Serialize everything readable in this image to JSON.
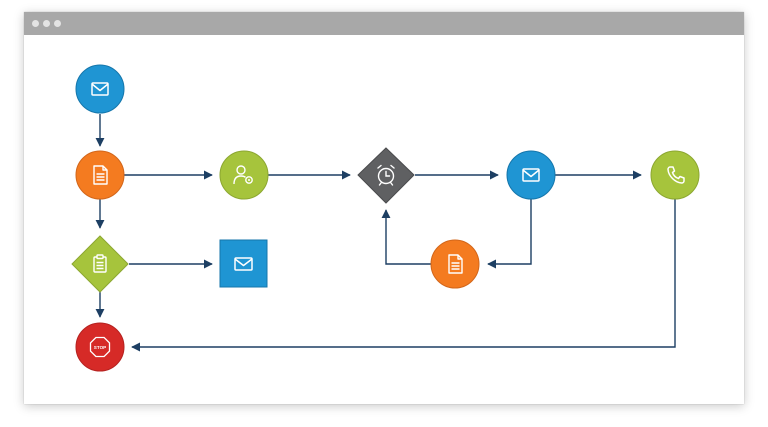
{
  "window": {
    "controls": [
      "dot",
      "dot",
      "dot"
    ]
  },
  "colors": {
    "titlebar": "#a8a8a8",
    "arrow": "#1d3f63",
    "blue": "#1f95d3",
    "orange": "#f47b20",
    "green": "#a6c43c",
    "gray": "#5f6062",
    "red": "#d62a27"
  },
  "nodes": [
    {
      "id": "email-start",
      "shape": "circle",
      "color": "blue",
      "icon": "envelope-icon"
    },
    {
      "id": "form",
      "shape": "circle",
      "color": "orange",
      "icon": "document-icon"
    },
    {
      "id": "user-settings",
      "shape": "circle",
      "color": "green",
      "icon": "user-gear-icon"
    },
    {
      "id": "wait-timer",
      "shape": "diamond",
      "color": "gray",
      "icon": "alarm-clock-icon"
    },
    {
      "id": "email-2",
      "shape": "circle",
      "color": "blue",
      "icon": "envelope-icon"
    },
    {
      "id": "phone-call",
      "shape": "circle",
      "color": "green",
      "icon": "phone-icon"
    },
    {
      "id": "form-2",
      "shape": "circle",
      "color": "orange",
      "icon": "document-icon"
    },
    {
      "id": "checklist-decision",
      "shape": "diamond",
      "color": "green",
      "icon": "clipboard-icon"
    },
    {
      "id": "email-square",
      "shape": "square",
      "color": "blue",
      "icon": "envelope-icon"
    },
    {
      "id": "stop",
      "shape": "circle",
      "color": "red",
      "icon": "stop-sign-icon",
      "label": "STOP"
    }
  ],
  "edges": [
    {
      "from": "email-start",
      "to": "form"
    },
    {
      "from": "form",
      "to": "user-settings"
    },
    {
      "from": "user-settings",
      "to": "wait-timer"
    },
    {
      "from": "wait-timer",
      "to": "email-2"
    },
    {
      "from": "email-2",
      "to": "phone-call"
    },
    {
      "from": "email-2",
      "to": "form-2"
    },
    {
      "from": "form-2",
      "to": "wait-timer"
    },
    {
      "from": "form",
      "to": "checklist-decision"
    },
    {
      "from": "checklist-decision",
      "to": "email-square"
    },
    {
      "from": "checklist-decision",
      "to": "stop"
    },
    {
      "from": "phone-call",
      "to": "stop"
    }
  ]
}
